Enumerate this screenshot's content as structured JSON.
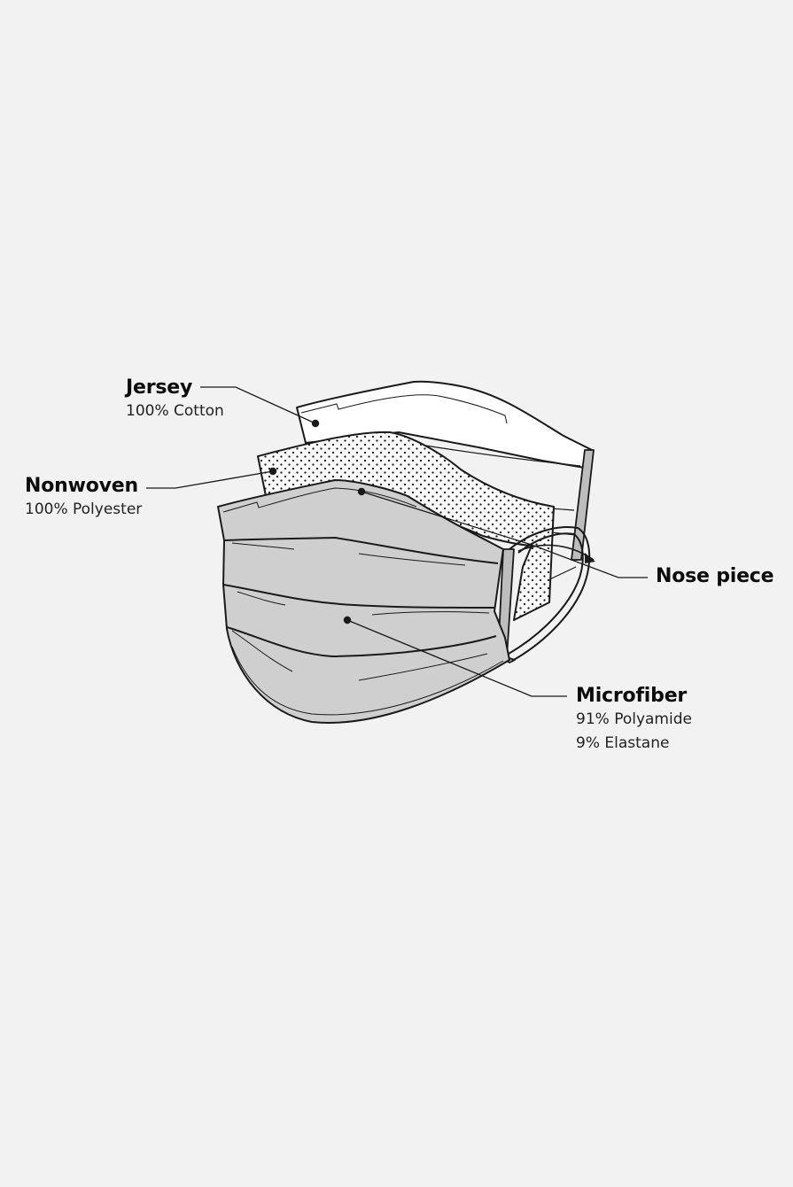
{
  "layers": [
    {
      "id": "jersey",
      "name": "Jersey",
      "details": [
        "100% Cotton"
      ]
    },
    {
      "id": "nonwoven",
      "name": "Nonwoven",
      "details": [
        "100% Polyester"
      ]
    },
    {
      "id": "nose",
      "name": "Nose piece",
      "details": []
    },
    {
      "id": "microfiber",
      "name": "Microfiber",
      "details": [
        "91% Polyamide",
        "9% Elastane"
      ]
    }
  ],
  "colors": {
    "background": "#f1f2f1",
    "line": "#1a1a1a",
    "jersey_fill": "#ffffff",
    "nonwoven_fill": "#f7f7f7",
    "microfiber_fill": "#cfcfcf",
    "binding_fill": "#bdbdbd"
  }
}
